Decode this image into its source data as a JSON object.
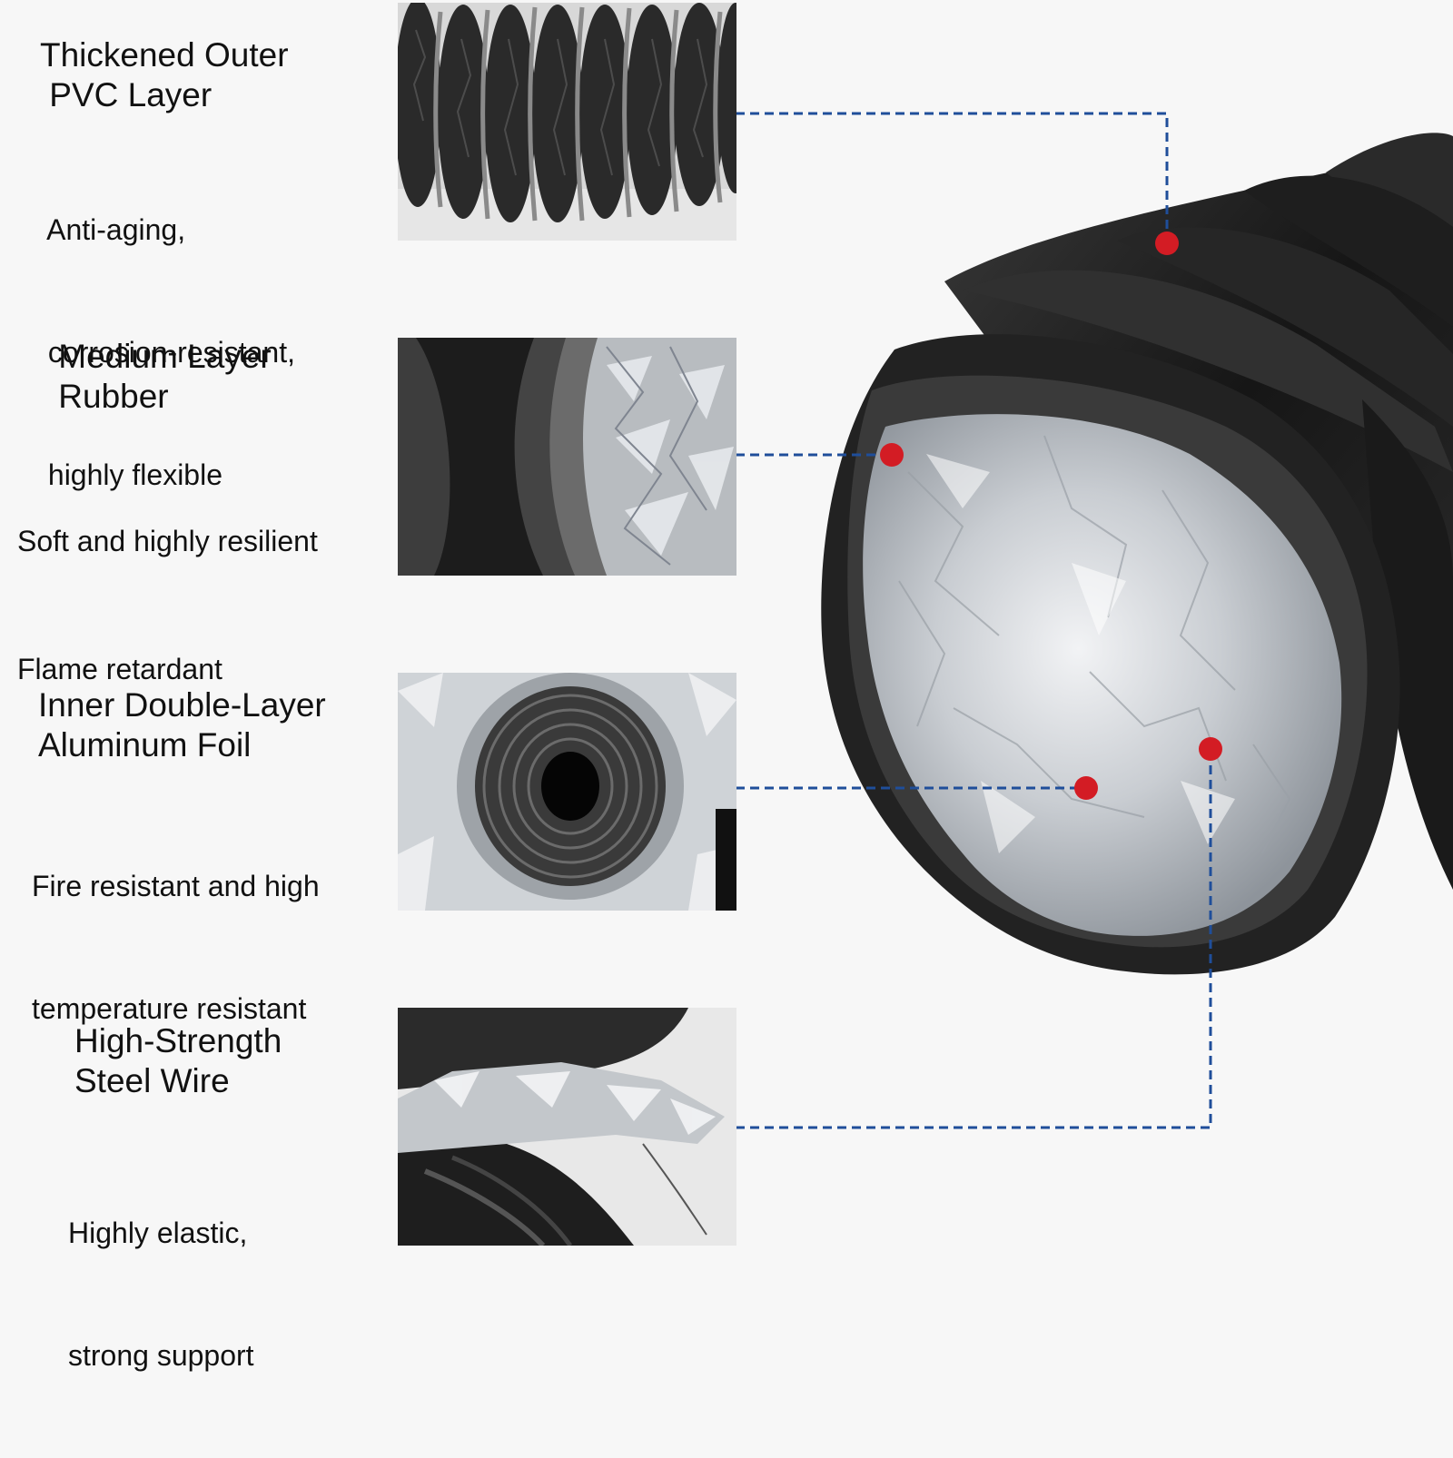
{
  "layers": [
    {
      "title_line1": "Thickened Outer",
      "title_line2": " PVC Layer",
      "desc_lines": [
        " Anti-aging,",
        " corrosion-resistant,",
        " highly flexible"
      ],
      "thumb_icon": "corrugated-black-duct-photo"
    },
    {
      "title_line1": " Medium Layer",
      "title_line2": " Rubber",
      "desc_lines": [
        "Soft and highly resilient",
        "Flame retardant"
      ],
      "thumb_icon": "rubber-foam-layer-photo"
    },
    {
      "title_line1": "Inner Double-Layer",
      "title_line2": "Aluminum Foil",
      "desc_lines": [
        "Fire resistant and high",
        "temperature resistant"
      ],
      "thumb_icon": "aluminum-foil-interior-photo"
    },
    {
      "title_line1": "High-Strength",
      "title_line2": "Steel Wire",
      "desc_lines": [
        "Highly elastic,",
        "strong support"
      ],
      "thumb_icon": "steel-wire-photo"
    }
  ],
  "colors": {
    "background": "#f7f7f7",
    "leader_line": "#1f4e9a",
    "marker_dot": "#d31c24",
    "duct_black": "#1c1c1c",
    "foil_silver": "#c8ccd0"
  },
  "hero_icon": "insulated-flexible-duct-photo"
}
